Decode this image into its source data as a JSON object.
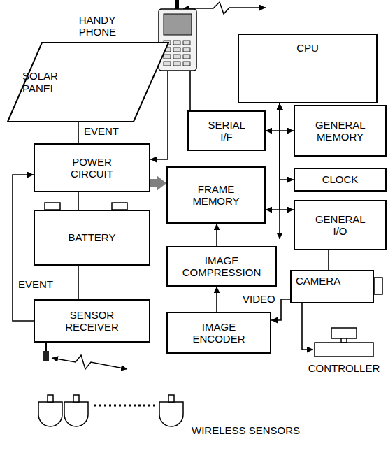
{
  "diagram": {
    "nodes": [
      {
        "text": [
          "HANDY PHONE"
        ]
      },
      {
        "text": [
          "CPU"
        ]
      },
      {
        "text": [
          "SOLAR PANEL"
        ]
      },
      {
        "text": [
          "SERIAL I/F"
        ]
      },
      {
        "text": [
          "GENERAL MEMORY"
        ]
      },
      {
        "text": [
          "POWER CIRCUIT"
        ]
      },
      {
        "text": [
          "FRAME MEMORY"
        ]
      },
      {
        "text": [
          "CLOCK"
        ]
      },
      {
        "text": [
          "GENERAL I/O"
        ]
      },
      {
        "text": [
          "BATTERY"
        ]
      },
      {
        "text": [
          "IMAGE COMPRESSION"
        ]
      },
      {
        "text": [
          "CAMERA"
        ]
      },
      {
        "text": [
          "SENSOR RECEIVER"
        ]
      },
      {
        "text": [
          "IMAGE ENCODER"
        ]
      },
      {
        "text": [
          "CONTROLLER"
        ]
      }
    ],
    "edges": [
      {
        "from": 0,
        "to": 3,
        "arrow": "none"
      },
      {
        "from": 0,
        "to": 5,
        "arrow": "to"
      },
      {
        "from": 2,
        "to": 5,
        "arrow": "none"
      },
      {
        "from": 5,
        "to": 9,
        "arrow": "none"
      },
      {
        "from": 9,
        "to": 12,
        "arrow": "none"
      },
      {
        "from": 12,
        "to": 5,
        "label": "EVENT",
        "arrow": "to"
      },
      {
        "from": 5,
        "to": 6,
        "arrow": "to"
      },
      {
        "from": 1,
        "to": 3,
        "arrow": "both"
      },
      {
        "from": 1,
        "to": 4,
        "arrow": "both"
      },
      {
        "from": 1,
        "to": 7,
        "arrow": "both"
      },
      {
        "from": 1,
        "to": 6,
        "arrow": "both"
      },
      {
        "from": 1,
        "to": 8,
        "arrow": "both"
      },
      {
        "from": 10,
        "to": 6,
        "arrow": "to"
      },
      {
        "from": 13,
        "to": 10,
        "arrow": "to"
      },
      {
        "from": 11,
        "to": 13,
        "label": "VIDEO",
        "arrow": "to"
      },
      {
        "from": 8,
        "to": 11,
        "arrow": "none"
      },
      {
        "from": 11,
        "to": 14,
        "arrow": "to"
      }
    ],
    "labels": [
      "EVENT",
      "WIRELESS SENSORS"
    ]
  }
}
